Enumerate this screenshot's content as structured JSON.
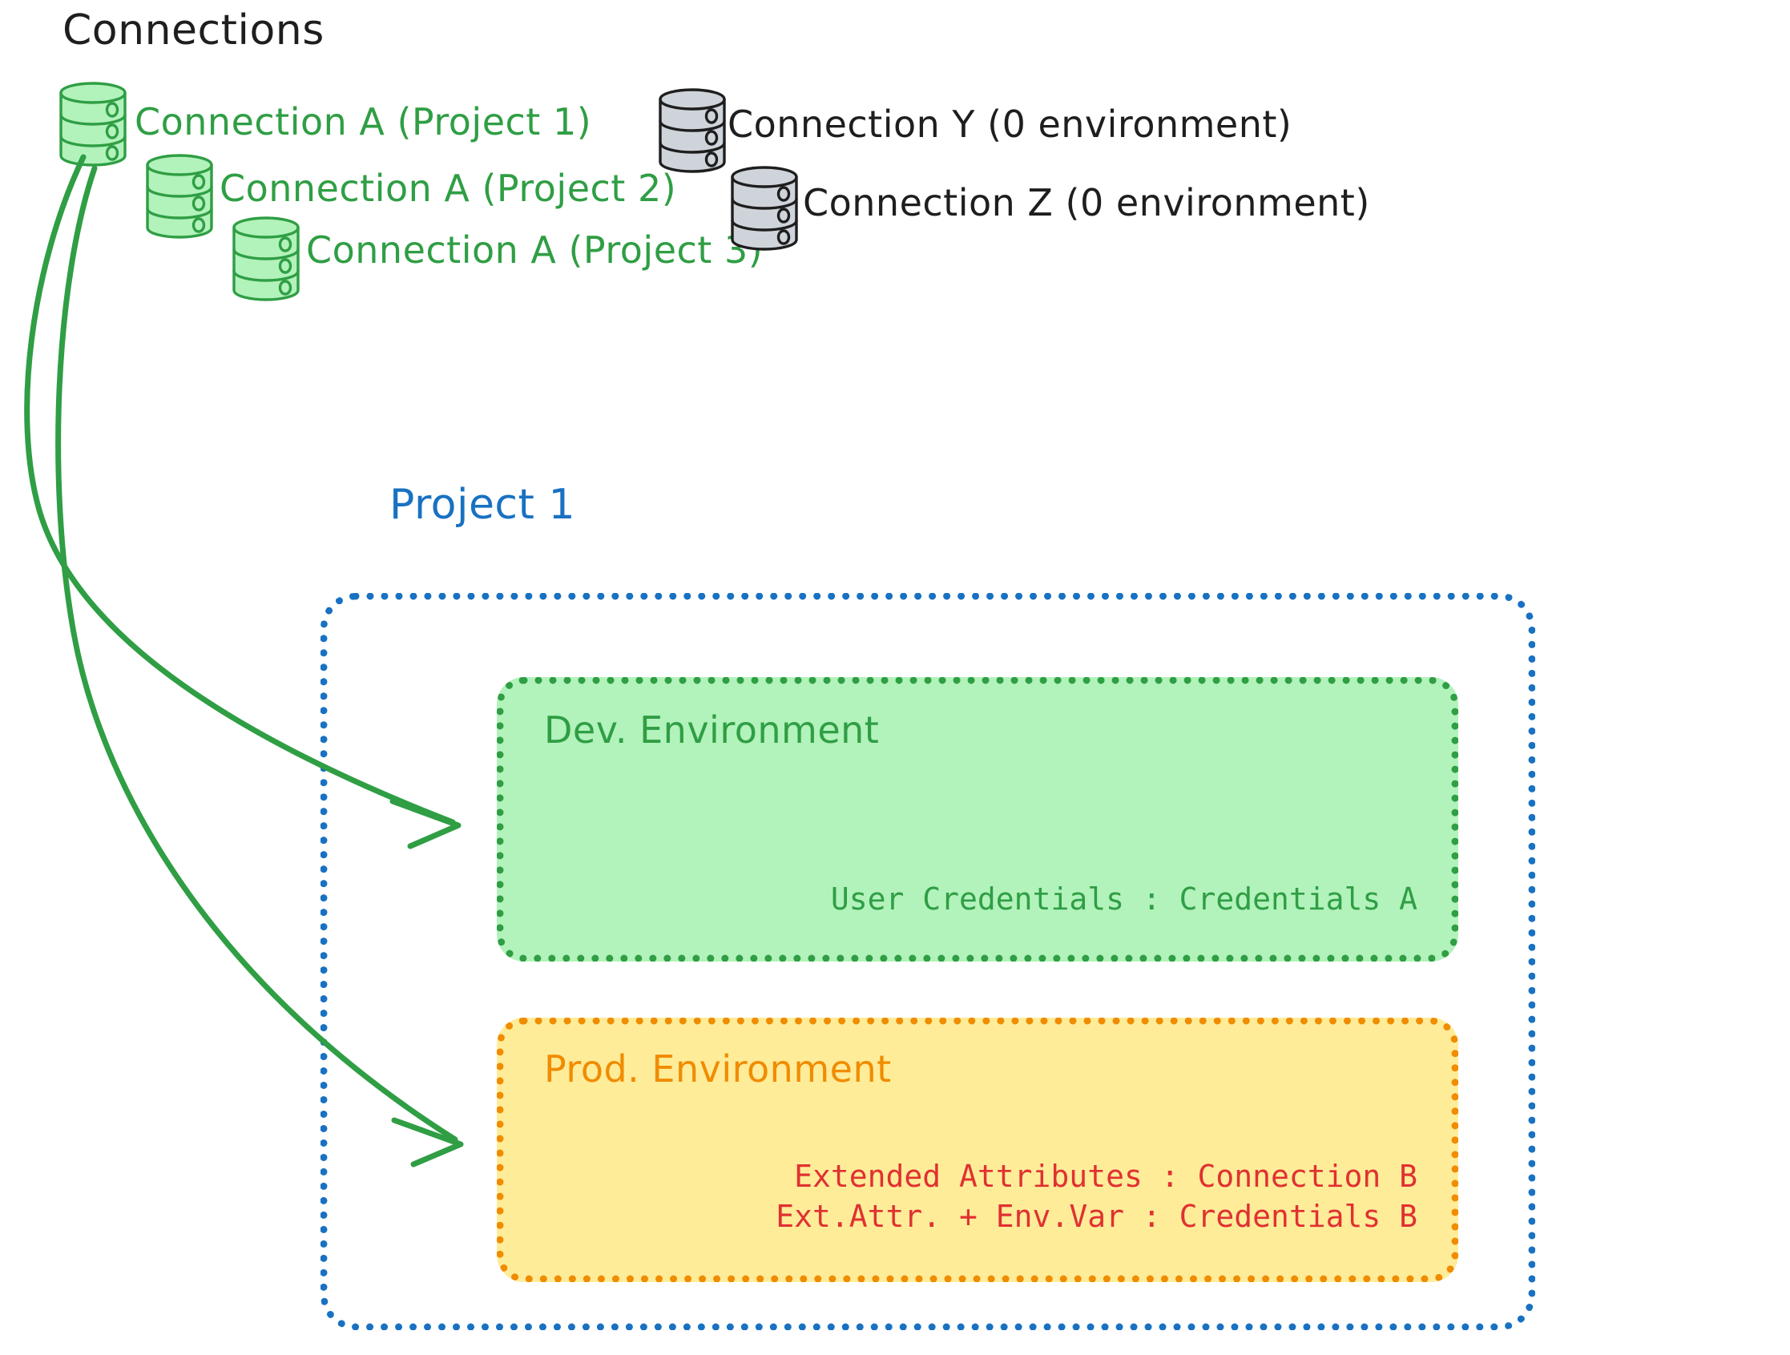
{
  "diagram": {
    "title": "Connections",
    "title_color": "#1e1e1e",
    "background": "#ffffff"
  },
  "connections": {
    "green": {
      "stroke": "#2f9e44",
      "fill": "#b2f2bb",
      "items": [
        {
          "label": "Connection A (Project 1)",
          "icon": "database-icon"
        },
        {
          "label": "Connection A (Project 2)",
          "icon": "database-icon"
        },
        {
          "label": "Connection A (Project 3)",
          "icon": "database-icon"
        }
      ]
    },
    "grey": {
      "stroke": "#1e1e1e",
      "fill": "#ced4da",
      "items": [
        {
          "label": "Connection Y (0 environment)",
          "icon": "database-icon"
        },
        {
          "label": "Connection Z (0 environment)",
          "icon": "database-icon"
        }
      ]
    }
  },
  "project": {
    "label": "Project 1",
    "border_color": "#1971c2",
    "environments": [
      {
        "name": "Dev. Environment",
        "accent": "#2f9e44",
        "fill": "#b2f2bb",
        "text_color": "#2f9e44",
        "lines": [
          "User Credentials : Credentials A"
        ]
      },
      {
        "name": "Prod. Environment",
        "accent": "#f08c00",
        "fill": "#ffec99",
        "text_color": "#e03131",
        "lines": [
          "Extended Attributes : Connection B",
          "Ext.Attr. + Env.Var : Credentials B"
        ]
      }
    ]
  },
  "arrows": {
    "color": "#2f9e44",
    "items": [
      {
        "from": "Connection A (Project 1)",
        "to": "Dev. Environment"
      },
      {
        "from": "Connection A (Project 1)",
        "to": "Prod. Environment"
      }
    ]
  }
}
